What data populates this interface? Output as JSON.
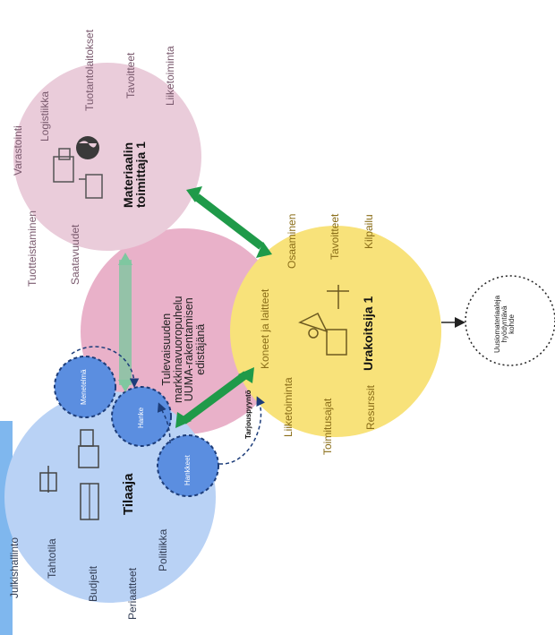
{
  "title_partial": "Tilaaja",
  "supplier": {
    "title": "Materiaalin\ntoimittaja 1",
    "labels": [
      "Varastointi",
      "Logistiikka",
      "Tuotantolaitokset",
      "Tavoitteet",
      "Liiketoiminta",
      "Tuotteistaminen",
      "Saatavuudet"
    ]
  },
  "center": {
    "text": "Tulevaisuuden\nmarkkinavuoropuhelu\nUUMA-rakentamisen\nedistäjänä"
  },
  "client": {
    "title": "Tilaaja",
    "labels": [
      "Julkishallinto",
      "Tahtotila",
      "Budjetit",
      "Periaatteet",
      "Politiikka"
    ],
    "bubbles": [
      "Menetelmä",
      "Hanke",
      "Hankkeet"
    ]
  },
  "contractor": {
    "title": "Urakoitsija 1",
    "labels": [
      "Koneet ja laitteet",
      "Osaaminen",
      "Tavoitteet",
      "Kilpailu",
      "Liiketoiminta",
      "Toimitusajat",
      "Resurssit"
    ]
  },
  "annotation": "Tarjouspyyntö",
  "target": {
    "text": "Uusiomateriaaleja\nhyödyntävä\nkohde"
  },
  "colors": {
    "pink": "#e9b1c9",
    "light_pink": "#eaccda",
    "blue": "#b9d2f5",
    "yellow": "#f8e27a",
    "arrow_green": "#1f9a49",
    "bubble_blue": "#5b8ee0"
  },
  "icons": [
    "globe-icon",
    "truck-icon",
    "factory-icon",
    "crane-icon",
    "excavator-icon",
    "city-icon",
    "tower-icon",
    "bridge-icon"
  ]
}
